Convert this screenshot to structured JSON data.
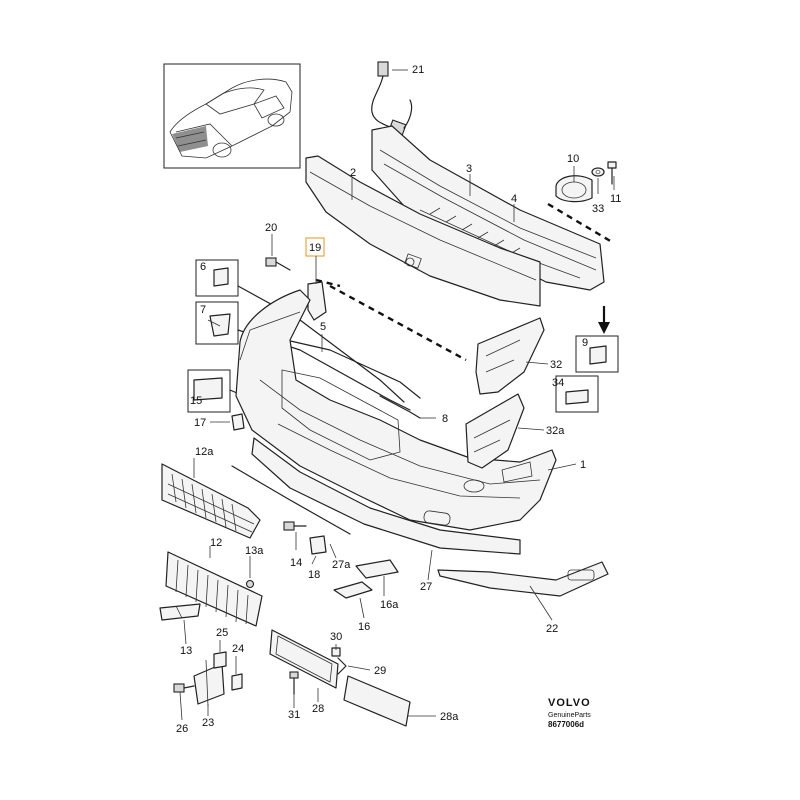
{
  "callouts": [
    {
      "id": "c21",
      "label": "21"
    },
    {
      "id": "c3",
      "label": "3"
    },
    {
      "id": "c10",
      "label": "10"
    },
    {
      "id": "c2",
      "label": "2"
    },
    {
      "id": "c33",
      "label": "33"
    },
    {
      "id": "c11",
      "label": "11"
    },
    {
      "id": "c4",
      "label": "4"
    },
    {
      "id": "c20",
      "label": "20"
    },
    {
      "id": "c19",
      "label": "19"
    },
    {
      "id": "c6",
      "label": "6"
    },
    {
      "id": "c7",
      "label": "7"
    },
    {
      "id": "c5",
      "label": "5"
    },
    {
      "id": "c9",
      "label": "9"
    },
    {
      "id": "c32",
      "label": "32"
    },
    {
      "id": "c34",
      "label": "34"
    },
    {
      "id": "c15",
      "label": "15"
    },
    {
      "id": "c8",
      "label": "8"
    },
    {
      "id": "c17",
      "label": "17"
    },
    {
      "id": "c32a",
      "label": "32a"
    },
    {
      "id": "c12a",
      "label": "12a"
    },
    {
      "id": "c1",
      "label": "1"
    },
    {
      "id": "c12",
      "label": "12"
    },
    {
      "id": "c13a",
      "label": "13a"
    },
    {
      "id": "c14",
      "label": "14"
    },
    {
      "id": "c18",
      "label": "18"
    },
    {
      "id": "c27a",
      "label": "27a"
    },
    {
      "id": "c27",
      "label": "27"
    },
    {
      "id": "c16a",
      "label": "16a"
    },
    {
      "id": "c22",
      "label": "22"
    },
    {
      "id": "c16",
      "label": "16"
    },
    {
      "id": "c13",
      "label": "13"
    },
    {
      "id": "c25",
      "label": "25"
    },
    {
      "id": "c24",
      "label": "24"
    },
    {
      "id": "c30",
      "label": "30"
    },
    {
      "id": "c29",
      "label": "29"
    },
    {
      "id": "c26",
      "label": "26"
    },
    {
      "id": "c23",
      "label": "23"
    },
    {
      "id": "c31",
      "label": "31"
    },
    {
      "id": "c28",
      "label": "28"
    },
    {
      "id": "c28a",
      "label": "28a"
    }
  ],
  "brand": {
    "logo": "VOLVO",
    "subtitle": "GenuineParts",
    "code": "8677006d"
  },
  "colors": {
    "line": "#222222",
    "highlight_box": "#e8a840",
    "background": "#ffffff"
  }
}
